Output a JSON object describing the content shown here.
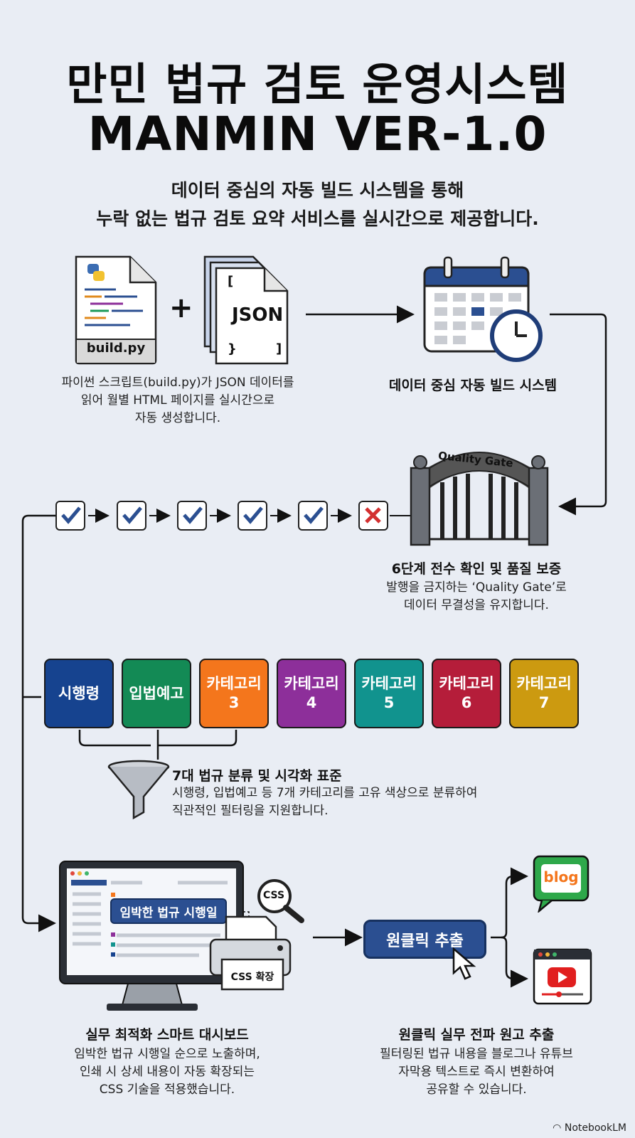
{
  "title": {
    "line1": "만민 법규 검토 운영시스템",
    "line2": "MANMIN VER-1.0"
  },
  "subtitle": {
    "line1": "데이터 중심의 자동 빌드 시스템을 통해",
    "line2": "누락 없는 법규 검토 요약 서비스를 실시간으로 제공합니다."
  },
  "build": {
    "file_label": "build.py",
    "json_label": "JSON",
    "bracket_open": "[",
    "bracket_close": "]",
    "brace_close": "}",
    "plus": "+",
    "desc1": "파이썬 스크립트(build.py)가 JSON 데이터를",
    "desc2": "읽어 월별 HTML 페이지를 실시간으로",
    "desc3": "자동 생성합니다."
  },
  "schedule": {
    "heading": "데이터 중심 자동 빌드 시스템"
  },
  "quality": {
    "gate_label": "Quality Gate",
    "heading": "6단계 전수 확인 및 품질 보증",
    "desc1": "발행을 금지하는 ‘Quality Gate’로",
    "desc2": "데이터 무결성을 유지합니다.",
    "steps": [
      "pass",
      "pass",
      "pass",
      "pass",
      "pass",
      "fail"
    ]
  },
  "categories": {
    "items": [
      {
        "label": "시행령",
        "color": "#16438f"
      },
      {
        "label": "입법예고",
        "color": "#138a55"
      },
      {
        "label": "카테고리\n3",
        "color": "#f4761c"
      },
      {
        "label": "카테고리\n4",
        "color": "#8d2f9a"
      },
      {
        "label": "카테고리\n5",
        "color": "#11938e"
      },
      {
        "label": "카테고리\n6",
        "color": "#b51d3a"
      },
      {
        "label": "카테고리\n7",
        "color": "#cc9a10"
      }
    ],
    "heading": "7대 법규 분류 및 시각화 표준",
    "desc1": "시행령, 입법예고 등 7개 카테고리를 고유 색상으로 분류하여",
    "desc2": "직관적인 필터링을 지원합니다."
  },
  "dashboard": {
    "badge": "임박한 법규 시행일",
    "css_label": "CSS",
    "printer_label": "CSS 확장",
    "heading": "실무 최적화 스마트 대시보드",
    "desc1": "임박한 법규 시행일 순으로 노출하며,",
    "desc2": "인쇄 시 상세 내용이 자동 확장되는",
    "desc3": "CSS 기술을 적용했습니다."
  },
  "extract": {
    "button": "원클릭 추출",
    "blog_label": "blog",
    "heading": "원클릭 실무 전파 원고 추출",
    "desc1": "필터링된 법규 내용을 블로그나 유튜브",
    "desc2": "자막용 텍스트로 즉시 변환하여",
    "desc3": "공유할 수 있습니다."
  },
  "watermark": "NotebookLM",
  "colors": {
    "background": "#e9edf4",
    "navy": "#2b4f91",
    "check": "#2b4f91",
    "fail": "#d32f2f"
  }
}
